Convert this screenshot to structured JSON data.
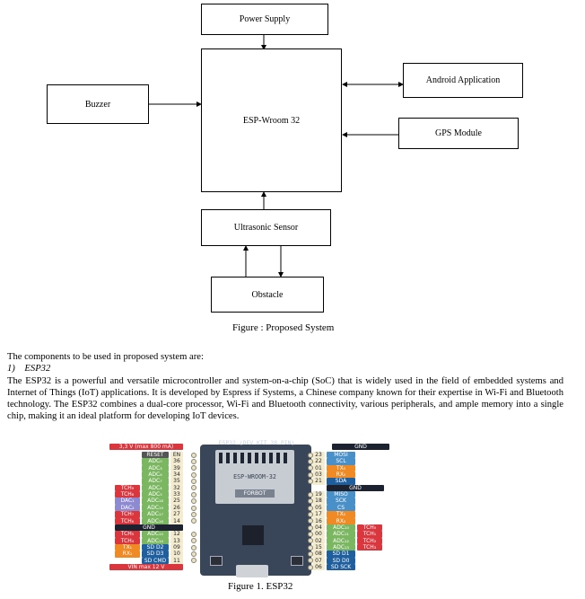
{
  "diagram": {
    "nodes": {
      "power_supply": "Power Supply",
      "esp": "ESP-Wroom 32",
      "buzzer": "Buzzer",
      "android": "Android Application",
      "gps": "GPS Module",
      "ultrasonic": "Ultrasonic Sensor",
      "obstacle": "Obstacle"
    },
    "caption": "Figure : Proposed System"
  },
  "text": {
    "intro": "The components to be used in proposed system are:",
    "heading_num": "1)",
    "heading": "ESP32",
    "body": "The ESP32 is a powerful and versatile microcontroller and system-on-a-chip (SoC) that is widely used in the field of embedded systems and Internet of Things (IoT) applications. It is developed by Espress if Systems, a Chinese company known for their expertise in Wi-Fi and Bluetooth technology. The ESP32 combines a dual-core processor, Wi-Fi and Bluetooth connectivity, various peripherals, and ample memory into a single chip, making it an ideal platform for developing IoT devices."
  },
  "board": {
    "header": "ESP32 (DEV KIT 38 PIN)",
    "module": "ESP-WROOM-32",
    "brand": "FORBOT",
    "power_label": "3,3 V (max 800 mA)",
    "vin_label": "VIN max 12 V",
    "left_gnd": "GND",
    "right_top_gnd": "GND",
    "right_mid_gnd": "GND",
    "left_rows": [
      {
        "n": "EN",
        "a": "RESET",
        "b": "",
        "t": ""
      },
      {
        "n": "36",
        "a": "ADC₀",
        "b": "",
        "t": ""
      },
      {
        "n": "39",
        "a": "ADC₃",
        "b": "",
        "t": ""
      },
      {
        "n": "34",
        "a": "ADC₆",
        "b": "",
        "t": ""
      },
      {
        "n": "35",
        "a": "ADC₇",
        "b": "",
        "t": ""
      },
      {
        "n": "32",
        "a": "ADC₄",
        "b": "",
        "t": "TCH₉"
      },
      {
        "n": "33",
        "a": "ADC₅",
        "b": "",
        "t": "TCH₈"
      },
      {
        "n": "25",
        "a": "ADC₁₈",
        "b": "DAC₁",
        "t": ""
      },
      {
        "n": "26",
        "a": "ADC₁₉",
        "b": "DAC₂",
        "t": ""
      },
      {
        "n": "27",
        "a": "ADC₁₇",
        "b": "",
        "t": "TCH₇"
      },
      {
        "n": "14",
        "a": "ADC₁₆",
        "b": "",
        "t": "TCH₆"
      },
      {
        "n": "12",
        "a": "ADC₁₅",
        "b": "",
        "t": "TCH₅"
      },
      {
        "n": "13",
        "a": "ADC₁₄",
        "b": "",
        "t": "TCH₄"
      },
      {
        "n": "09",
        "a": "SD D2",
        "b": "",
        "t": "TX₁"
      },
      {
        "n": "10",
        "a": "SD D3",
        "b": "",
        "t": "RX₁"
      },
      {
        "n": "11",
        "a": "SD CMD",
        "b": "",
        "t": ""
      }
    ],
    "right_rows": [
      {
        "n": "23",
        "a": "MOSI",
        "b": ""
      },
      {
        "n": "22",
        "a": "SCL",
        "b": ""
      },
      {
        "n": "01",
        "a": "TX₀",
        "b": ""
      },
      {
        "n": "03",
        "a": "RX₀",
        "b": ""
      },
      {
        "n": "21",
        "a": "SDA",
        "b": ""
      },
      {
        "n": "19",
        "a": "MISO",
        "b": ""
      },
      {
        "n": "18",
        "a": "SCK",
        "b": ""
      },
      {
        "n": "05",
        "a": "CS",
        "b": ""
      },
      {
        "n": "17",
        "a": "TX₂",
        "b": ""
      },
      {
        "n": "16",
        "a": "RX₂",
        "b": ""
      },
      {
        "n": "04",
        "a": "ADC₁₀",
        "b": "TCH₀"
      },
      {
        "n": "00",
        "a": "ADC₁₁",
        "b": "TCH₁"
      },
      {
        "n": "02",
        "a": "ADC₁₂",
        "b": "TCH₂"
      },
      {
        "n": "15",
        "a": "ADC₁₃",
        "b": "TCH₃"
      },
      {
        "n": "08",
        "a": "SD D1",
        "b": ""
      },
      {
        "n": "07",
        "a": "SD D0",
        "b": ""
      },
      {
        "n": "06",
        "a": "SD SCK",
        "b": ""
      }
    ],
    "colors": {
      "adc": "#7bb661",
      "tch": "#d9363e",
      "dac": "#8e8ad1",
      "uart": "#f08a24",
      "spi": "#4a90c8",
      "sd": "#1f5f9e",
      "gnd": "#1c2230",
      "board": "#394659",
      "pin": "#f4ecd0"
    },
    "caption": "Figure 1. ESP32"
  }
}
